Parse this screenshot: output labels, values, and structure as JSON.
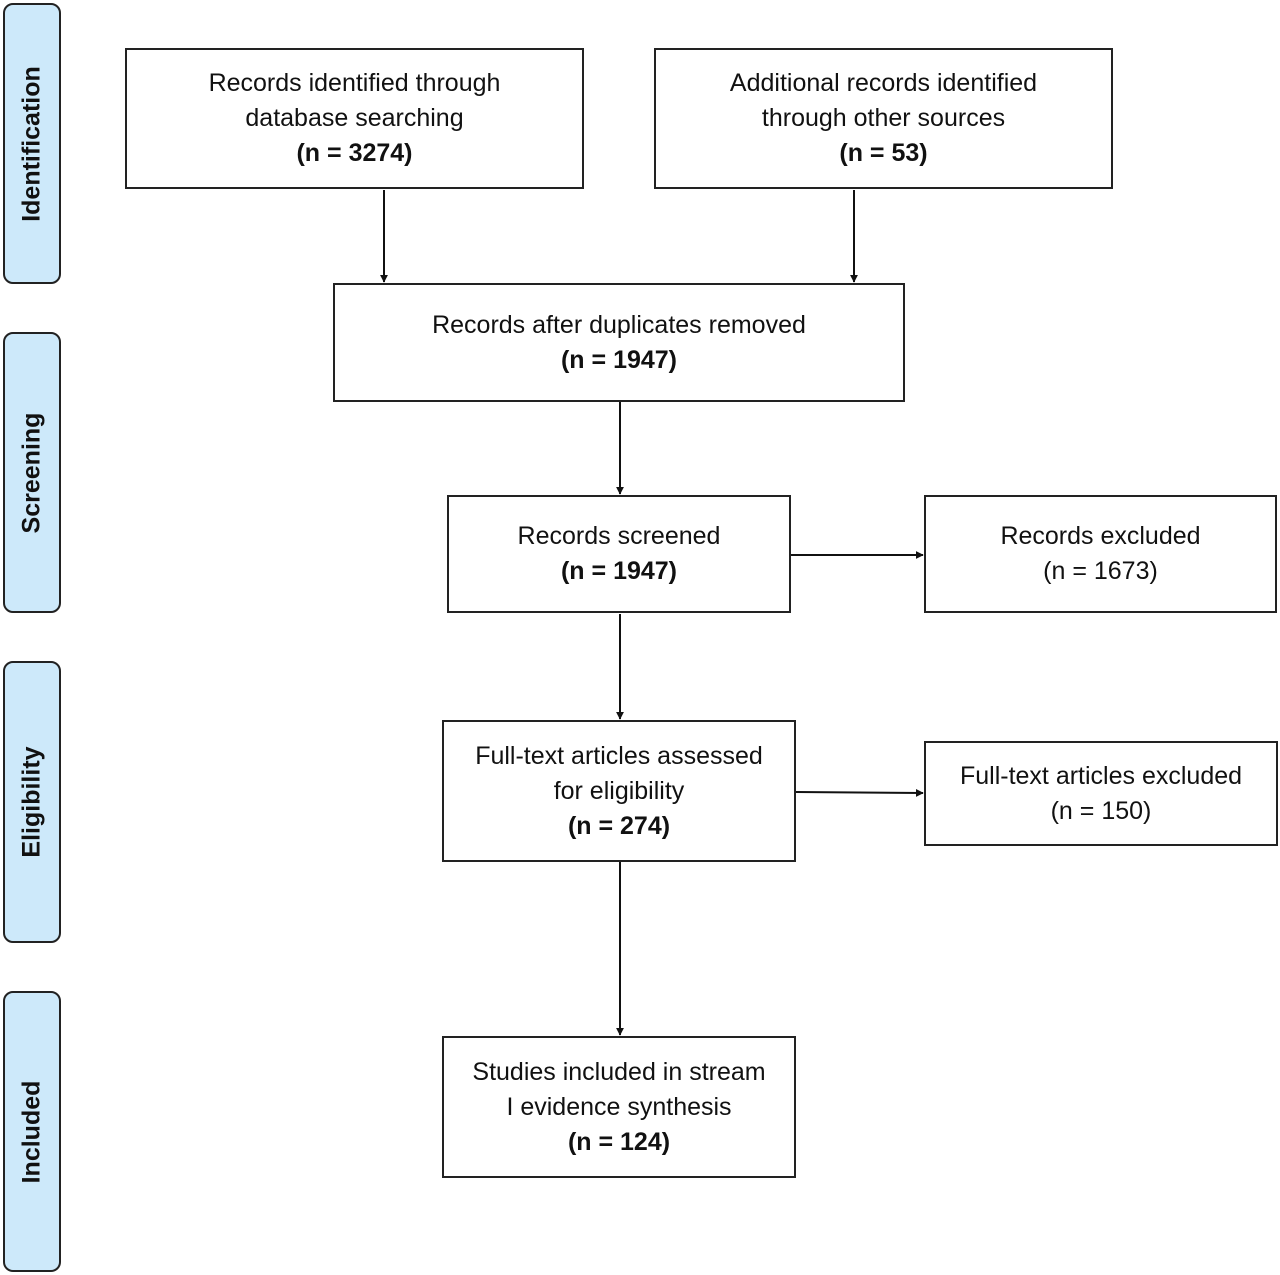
{
  "phases": {
    "identification": "Identification",
    "screening": "Screening",
    "eligibility": "Eligibility",
    "included": "Included"
  },
  "boxes": {
    "database": {
      "line1": "Records identified through",
      "line2": "database searching",
      "count": "(n = 3274)"
    },
    "other": {
      "line1": "Additional records identified",
      "line2": "through other sources",
      "count": "(n = 53)"
    },
    "dedup": {
      "line1": "Records after duplicates removed",
      "count": "(n = 1947)"
    },
    "screened": {
      "line1": "Records screened",
      "count": "(n = 1947)"
    },
    "excluded": {
      "line1": "Records excluded",
      "count": "(n = 1673)"
    },
    "fulltext": {
      "line1": "Full-text articles assessed",
      "line2": "for eligibility",
      "count": "(n = 274)"
    },
    "fulltext_excluded": {
      "line1": "Full-text articles excluded",
      "count": "(n = 150)"
    },
    "included": {
      "line1": "Studies included in stream",
      "line2": "I evidence synthesis",
      "count": "(n = 124)"
    }
  }
}
